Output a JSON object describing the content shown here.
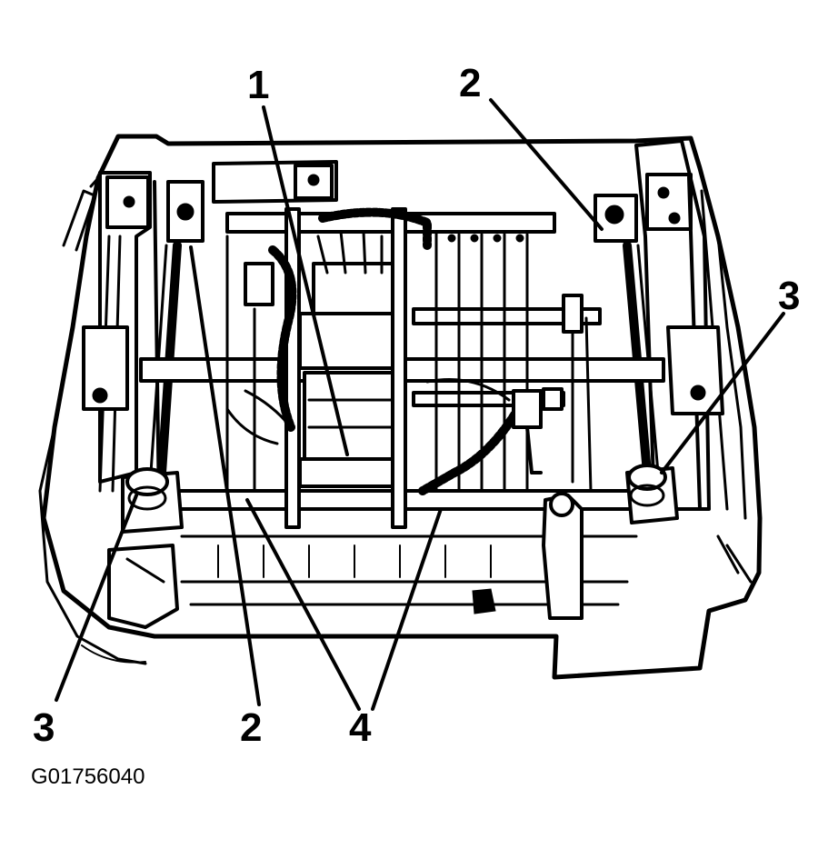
{
  "diagram": {
    "callouts": [
      {
        "id": "c1",
        "label": "1"
      },
      {
        "id": "c2a",
        "label": "2"
      },
      {
        "id": "c2b",
        "label": "2"
      },
      {
        "id": "c3a",
        "label": "3"
      },
      {
        "id": "c3b",
        "label": "3"
      },
      {
        "id": "c4",
        "label": "4"
      }
    ],
    "figure_id": "G01756040"
  }
}
